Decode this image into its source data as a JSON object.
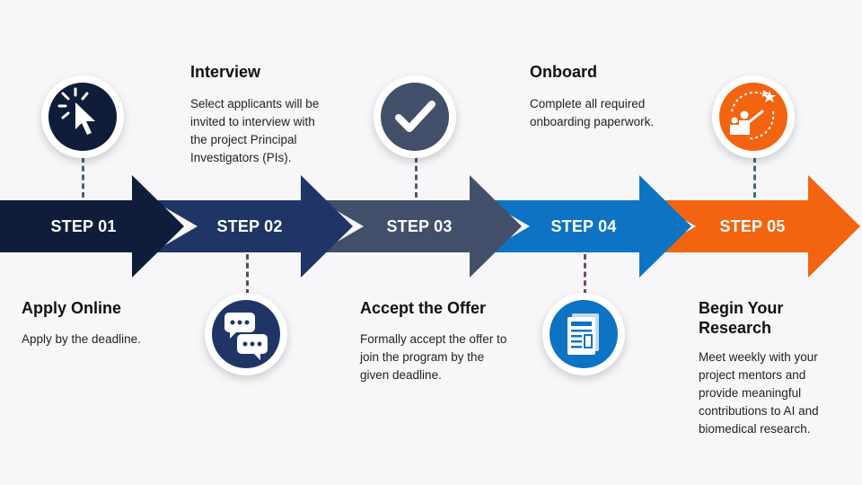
{
  "colors": {
    "step1": "#0f1d3a",
    "step2": "#1e3566",
    "step3": "#424f6b",
    "step4": "#0d73c2",
    "step5": "#f2640f",
    "background": "#f7f7f9"
  },
  "steps": [
    {
      "label": "STEP 01",
      "title": "Apply Online",
      "description": "Apply by the deadline.",
      "icon": "cursor-click-icon"
    },
    {
      "label": "STEP 02",
      "title": "Interview",
      "description": "Select applicants will be invited to interview with the project Principal Investigators (PIs).",
      "icon": "chat-bubbles-icon"
    },
    {
      "label": "STEP 03",
      "title": "Accept the Offer",
      "description": "Formally accept the offer to join the program by the given deadline.",
      "icon": "checkmark-icon"
    },
    {
      "label": "STEP 04",
      "title": "Onboard",
      "description": "Complete all required onboarding paperwork.",
      "icon": "document-icon"
    },
    {
      "label": "STEP 05",
      "title": "Begin Your Research",
      "description": "Meet weekly with your project mentors and provide meaningful contributions to AI and biomedical research.",
      "icon": "mentor-goal-icon"
    }
  ]
}
